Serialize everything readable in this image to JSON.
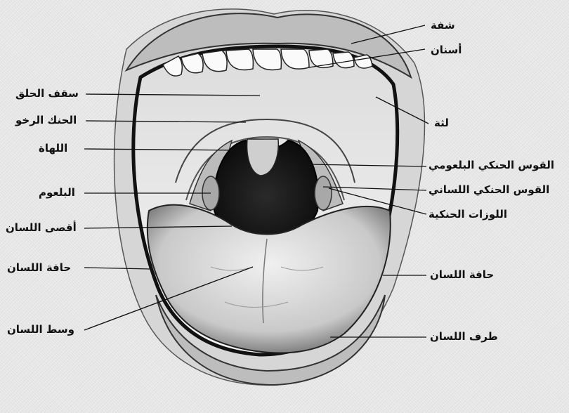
{
  "labels": {
    "lip": "شفة",
    "teeth": "أسنان",
    "gum": "لثة",
    "hard_palate": "سقف الحلق",
    "soft_palate": "الحنك الرخو",
    "uvula": "اللهاة",
    "palatoglossal_arch": "القوس الحنكي البلعومي",
    "palatopharyngeal_arch": "القوس الحنكي اللساني",
    "palatine_tonsils": "اللوزات الحنكية",
    "pharynx": "البلعوم",
    "tongue_back": "أقصى اللسان",
    "tongue_side_left": "حافة اللسان",
    "tongue_side_right": "حافة اللسان",
    "tongue_middle": "وسط اللسان",
    "tongue_tip": "طرف اللسان"
  },
  "colors": {
    "ink": "#111111",
    "paper": "#ebebeb",
    "cavity": "#1a1a1a"
  }
}
